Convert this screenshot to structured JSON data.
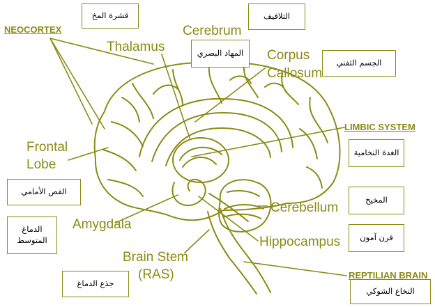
{
  "colors": {
    "line": "#8d8a14",
    "arabic_text": "#000000",
    "background": "#ffffff"
  },
  "english_labels": {
    "neocortex": "NEOCORTEX",
    "cerebrum": "Cerebrum",
    "thalamus": "Thalamus",
    "corpus": "Corpus",
    "callosum": "Callosum",
    "limbic_system": "LIMBIC SYSTEM",
    "frontal": "Frontal",
    "lobe": "Lobe",
    "cerebellum": "Cerebellum",
    "amygdala": "Amygdala",
    "hippocampus": "Hippocampus",
    "brain_stem": "Brain Stem",
    "ras": "(RAS)",
    "reptilian_brain": "REPTILIAN BRAIN"
  },
  "arabic_labels": {
    "cortex": "قشرة المخ",
    "gyri": "التلافيف",
    "thalamus": "المهاد البصري",
    "corpus_callosum": "الجسم الثفني",
    "pituitary": "الغدة النخامية",
    "frontal_lobe": "الفص الأمامي",
    "cerebellum": "المخيخ",
    "midbrain": "الدماغ المتوسط",
    "hippocampus": "قرن آمون",
    "brain_stem": "جذع الدماغ",
    "spinal_cord": "النخاع الشوكي"
  }
}
